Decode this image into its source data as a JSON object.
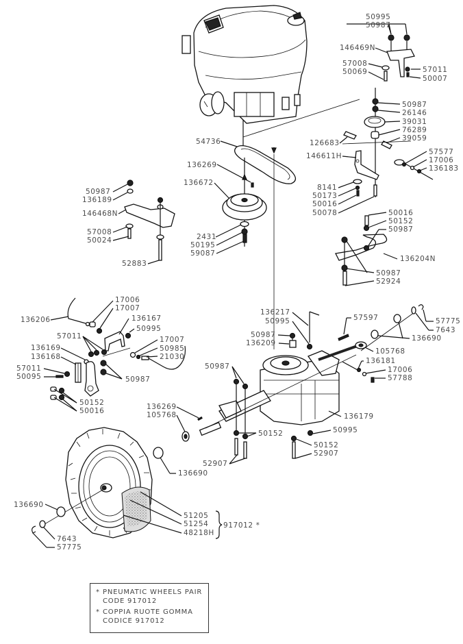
{
  "diagram": {
    "title": "Engine and transmission parts exploded view",
    "groups": {
      "top_right_bracket": [
        "50995",
        "50987",
        "146469N",
        "57008",
        "50069",
        "57011",
        "50007"
      ],
      "idler": [
        "50987",
        "26146",
        "39031",
        "76289",
        "39059",
        "126683",
        "146611H",
        "57577",
        "17006",
        "136183",
        "8141",
        "50173",
        "50016",
        "50078"
      ],
      "guard": [
        "50016",
        "50152",
        "50987",
        "136204N",
        "50987",
        "52924"
      ],
      "pulley": [
        "54736",
        "136269",
        "136672",
        "2431",
        "50195",
        "59087"
      ],
      "left_bracket": [
        "50987",
        "136189",
        "146468N",
        "57008",
        "50024",
        "52883"
      ],
      "cable_lever": [
        "17006",
        "17007",
        "136206",
        "136167",
        "50995",
        "57011",
        "136169",
        "136168",
        "17007",
        "50985",
        "21030",
        "57011",
        "50095",
        "50987",
        "50152",
        "50016"
      ],
      "transmission": [
        "136217",
        "50995",
        "57597",
        "50987",
        "136209",
        "105768",
        "136690",
        "57775",
        "7643",
        "136181",
        "17006",
        "57788",
        "50987",
        "136269",
        "105768",
        "136179",
        "50995",
        "50152",
        "52907",
        "50152",
        "52907",
        "136690"
      ],
      "wheel": [
        "136690",
        "7643",
        "57775",
        "51205",
        "51254",
        "48218H"
      ]
    },
    "labels": {
      "l50995a": "50995",
      "l50987a": "50987",
      "l146469N": "146469N",
      "l57008a": "57008",
      "l50069": "50069",
      "l57011a": "57011",
      "l50007": "50007",
      "l50987b": "50987",
      "l26146": "26146",
      "l39031": "39031",
      "l76289": "76289",
      "l39059": "39059",
      "l126683": "126683",
      "l146611H": "146611H",
      "l57577": "57577",
      "l17006a": "17006",
      "l136183": "136183",
      "l8141": "8141",
      "l50173": "50173",
      "l50016a": "50016",
      "l50078": "50078",
      "l50016b": "50016",
      "l50152a": "50152",
      "l50987c": "50987",
      "l136204N": "136204N",
      "l50987d": "50987",
      "l52924": "52924",
      "l54736": "54736",
      "l136269a": "136269",
      "l136672": "136672",
      "l2431": "2431",
      "l50195": "50195",
      "l59087": "59087",
      "l50987e": "50987",
      "l136189": "136189",
      "l146468N": "146468N",
      "l57008b": "57008",
      "l50024": "50024",
      "l52883": "52883",
      "l17006b": "17006",
      "l17007a": "17007",
      "l136206": "136206",
      "l136167": "136167",
      "l50995b": "50995",
      "l57011b": "57011",
      "l136169": "136169",
      "l136168": "136168",
      "l17007b": "17007",
      "l50985": "50985",
      "l21030": "21030",
      "l57011c": "57011",
      "l50095": "50095",
      "l50987f": "50987",
      "l50152b": "50152",
      "l50016c": "50016",
      "l136217": "136217",
      "l50995c": "50995",
      "l57597": "57597",
      "l50987g": "50987",
      "l136209": "136209",
      "l105768a": "105768",
      "l136690a": "136690",
      "l57775a": "57775",
      "l7643a": "7643",
      "l136181": "136181",
      "l17006c": "17006",
      "l57788": "57788",
      "l50987h": "50987",
      "l136269b": "136269",
      "l105768b": "105768",
      "l136179": "136179",
      "l50995d": "50995",
      "l50152c": "50152",
      "l52907a": "52907",
      "l50152d": "50152",
      "l52907b": "52907",
      "l136690b": "136690",
      "l136690c": "136690",
      "l7643b": "7643",
      "l57775b": "57775",
      "l51205": "51205",
      "l51254": "51254",
      "l48218H": "48218H",
      "l917012": "917012 *"
    },
    "note": {
      "line1_star": "*",
      "line1": "PNEUMATIC  WHEELS  PAIR",
      "line1b": "CODE  917012",
      "line2_star": "*",
      "line2": "COPPIA  RUOTE  GOMMA",
      "line2b": "CODICE  917012"
    }
  }
}
